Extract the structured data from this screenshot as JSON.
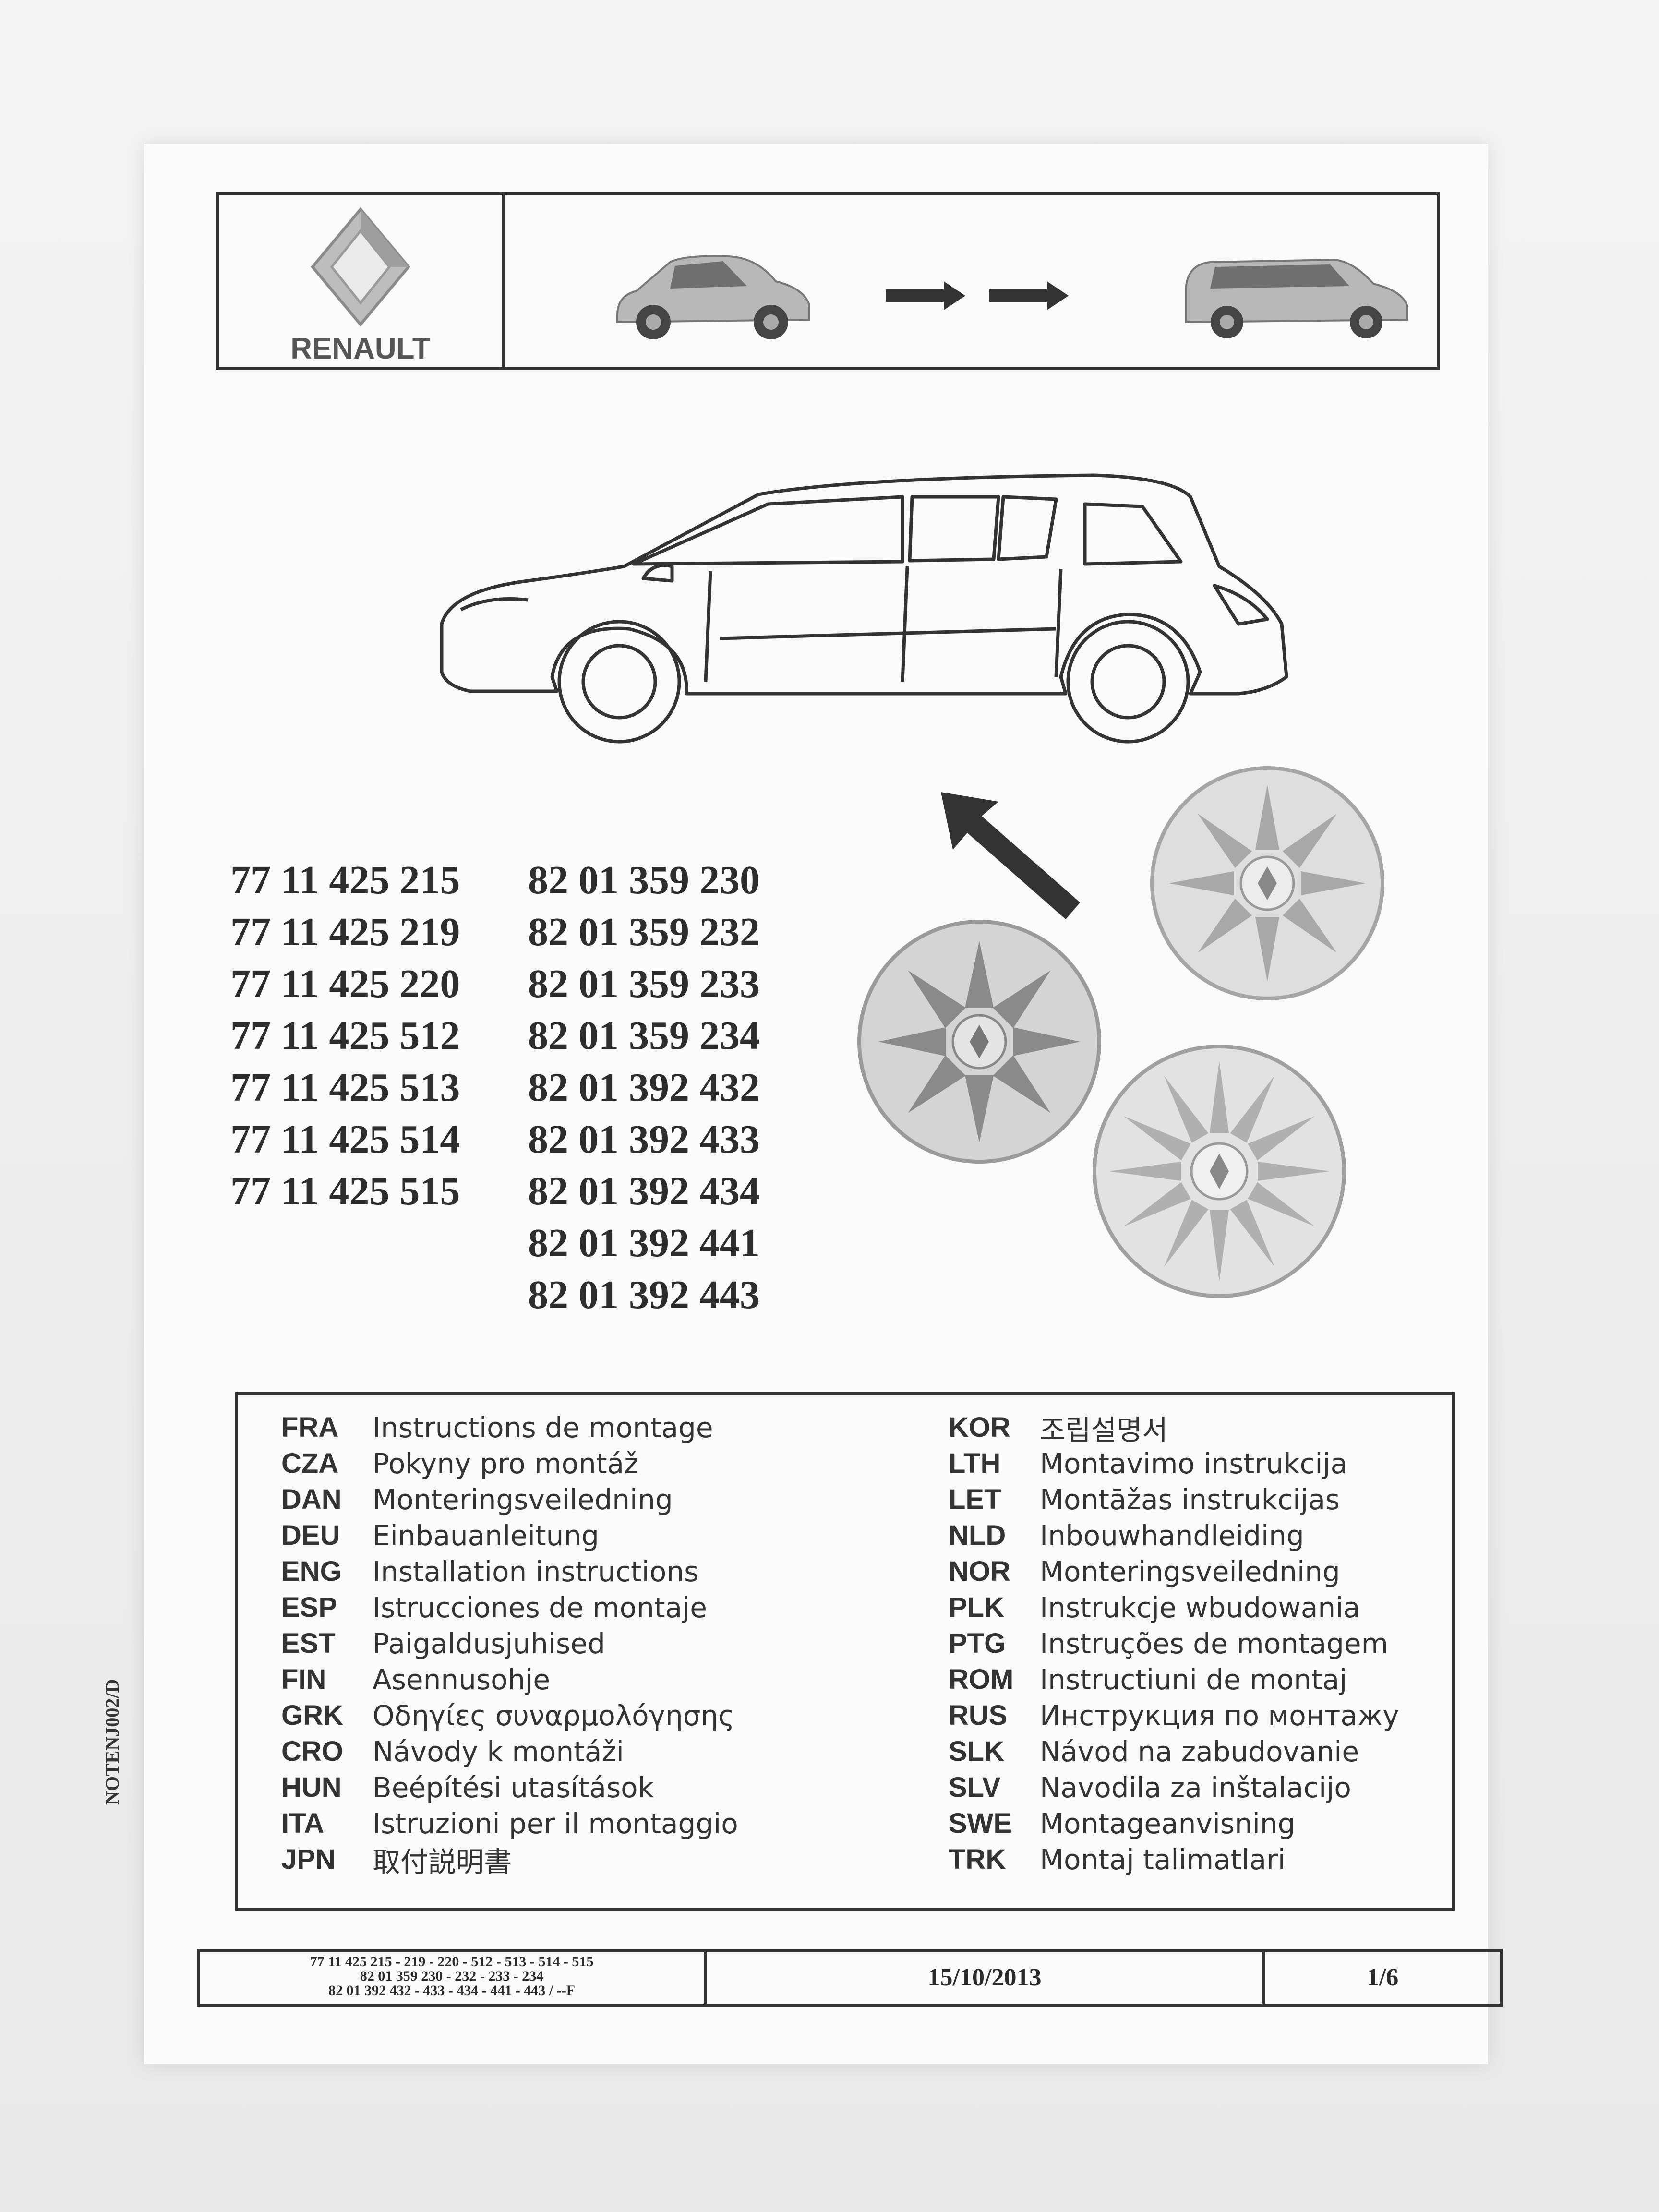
{
  "header": {
    "brand": "RENAULT",
    "arrows": [
      "arrow-right",
      "arrow-right"
    ]
  },
  "illustrations": {
    "main_car": "car-side-line-drawing",
    "pointer_arrow": "arrow-up-left",
    "wheel_covers": [
      "wheel-cover-icon",
      "wheel-cover-icon",
      "wheel-cover-icon"
    ]
  },
  "parts": {
    "left": [
      "77 11 425 215",
      "77 11 425 219",
      "77 11 425 220",
      "77 11 425 512",
      "77 11 425 513",
      "77 11 425 514",
      "77 11 425 515"
    ],
    "right": [
      "82 01 359 230",
      "82 01 359 232",
      "82 01 359 233",
      "82 01 359 234",
      "82 01 392 432",
      "82 01 392 433",
      "82 01 392 434",
      "82 01 392 441",
      "82 01 392 443"
    ]
  },
  "languages": {
    "left": [
      {
        "code": "FRA",
        "label": "Instructions de montage"
      },
      {
        "code": "CZA",
        "label": "Pokyny pro montáž"
      },
      {
        "code": "DAN",
        "label": "Monteringsveiledning"
      },
      {
        "code": "DEU",
        "label": "Einbauanleitung"
      },
      {
        "code": "ENG",
        "label": "Installation instructions"
      },
      {
        "code": "ESP",
        "label": "Istrucciones de montaje"
      },
      {
        "code": "EST",
        "label": "Paigaldusjuhised"
      },
      {
        "code": "FIN",
        "label": "Asennusohje"
      },
      {
        "code": "GRK",
        "label": "Οδηγίες συναρμολόγησης"
      },
      {
        "code": "CRO",
        "label": "Návody k montáži"
      },
      {
        "code": "HUN",
        "label": "Beépítési utasítások"
      },
      {
        "code": "ITA",
        "label": "Istruzioni per il montaggio"
      },
      {
        "code": "JPN",
        "label": "取付説明書"
      }
    ],
    "right": [
      {
        "code": "KOR",
        "label": "조립설명서"
      },
      {
        "code": "LTH",
        "label": "Montavimo instrukcija"
      },
      {
        "code": "LET",
        "label": "Montāžas instrukcijas"
      },
      {
        "code": "NLD",
        "label": "Inbouwhandleiding"
      },
      {
        "code": "NOR",
        "label": "Monteringsveiledning"
      },
      {
        "code": "PLK",
        "label": "Instrukcje wbudowania"
      },
      {
        "code": "PTG",
        "label": "Instruções de montagem"
      },
      {
        "code": "ROM",
        "label": "Instructiuni de montaj"
      },
      {
        "code": "RUS",
        "label": "Инструкция по монтажу"
      },
      {
        "code": "SLK",
        "label": "Návod na zabudovanie"
      },
      {
        "code": "SLV",
        "label": "Navodila za inštalacijo"
      },
      {
        "code": "SWE",
        "label": "Montageanvisning"
      },
      {
        "code": "TRK",
        "label": "Montaj talimatlari"
      }
    ]
  },
  "doc_code": "NOTENJ002/D",
  "footer": {
    "refs": [
      "77 11 425 215 - 219 - 220 - 512 - 513 - 514 - 515",
      "82 01 359 230 - 232 - 233 - 234",
      "82 01 392 432 - 433 - 434 - 441 - 443 / --F"
    ],
    "date": "15/10/2013",
    "page": "1/6"
  }
}
